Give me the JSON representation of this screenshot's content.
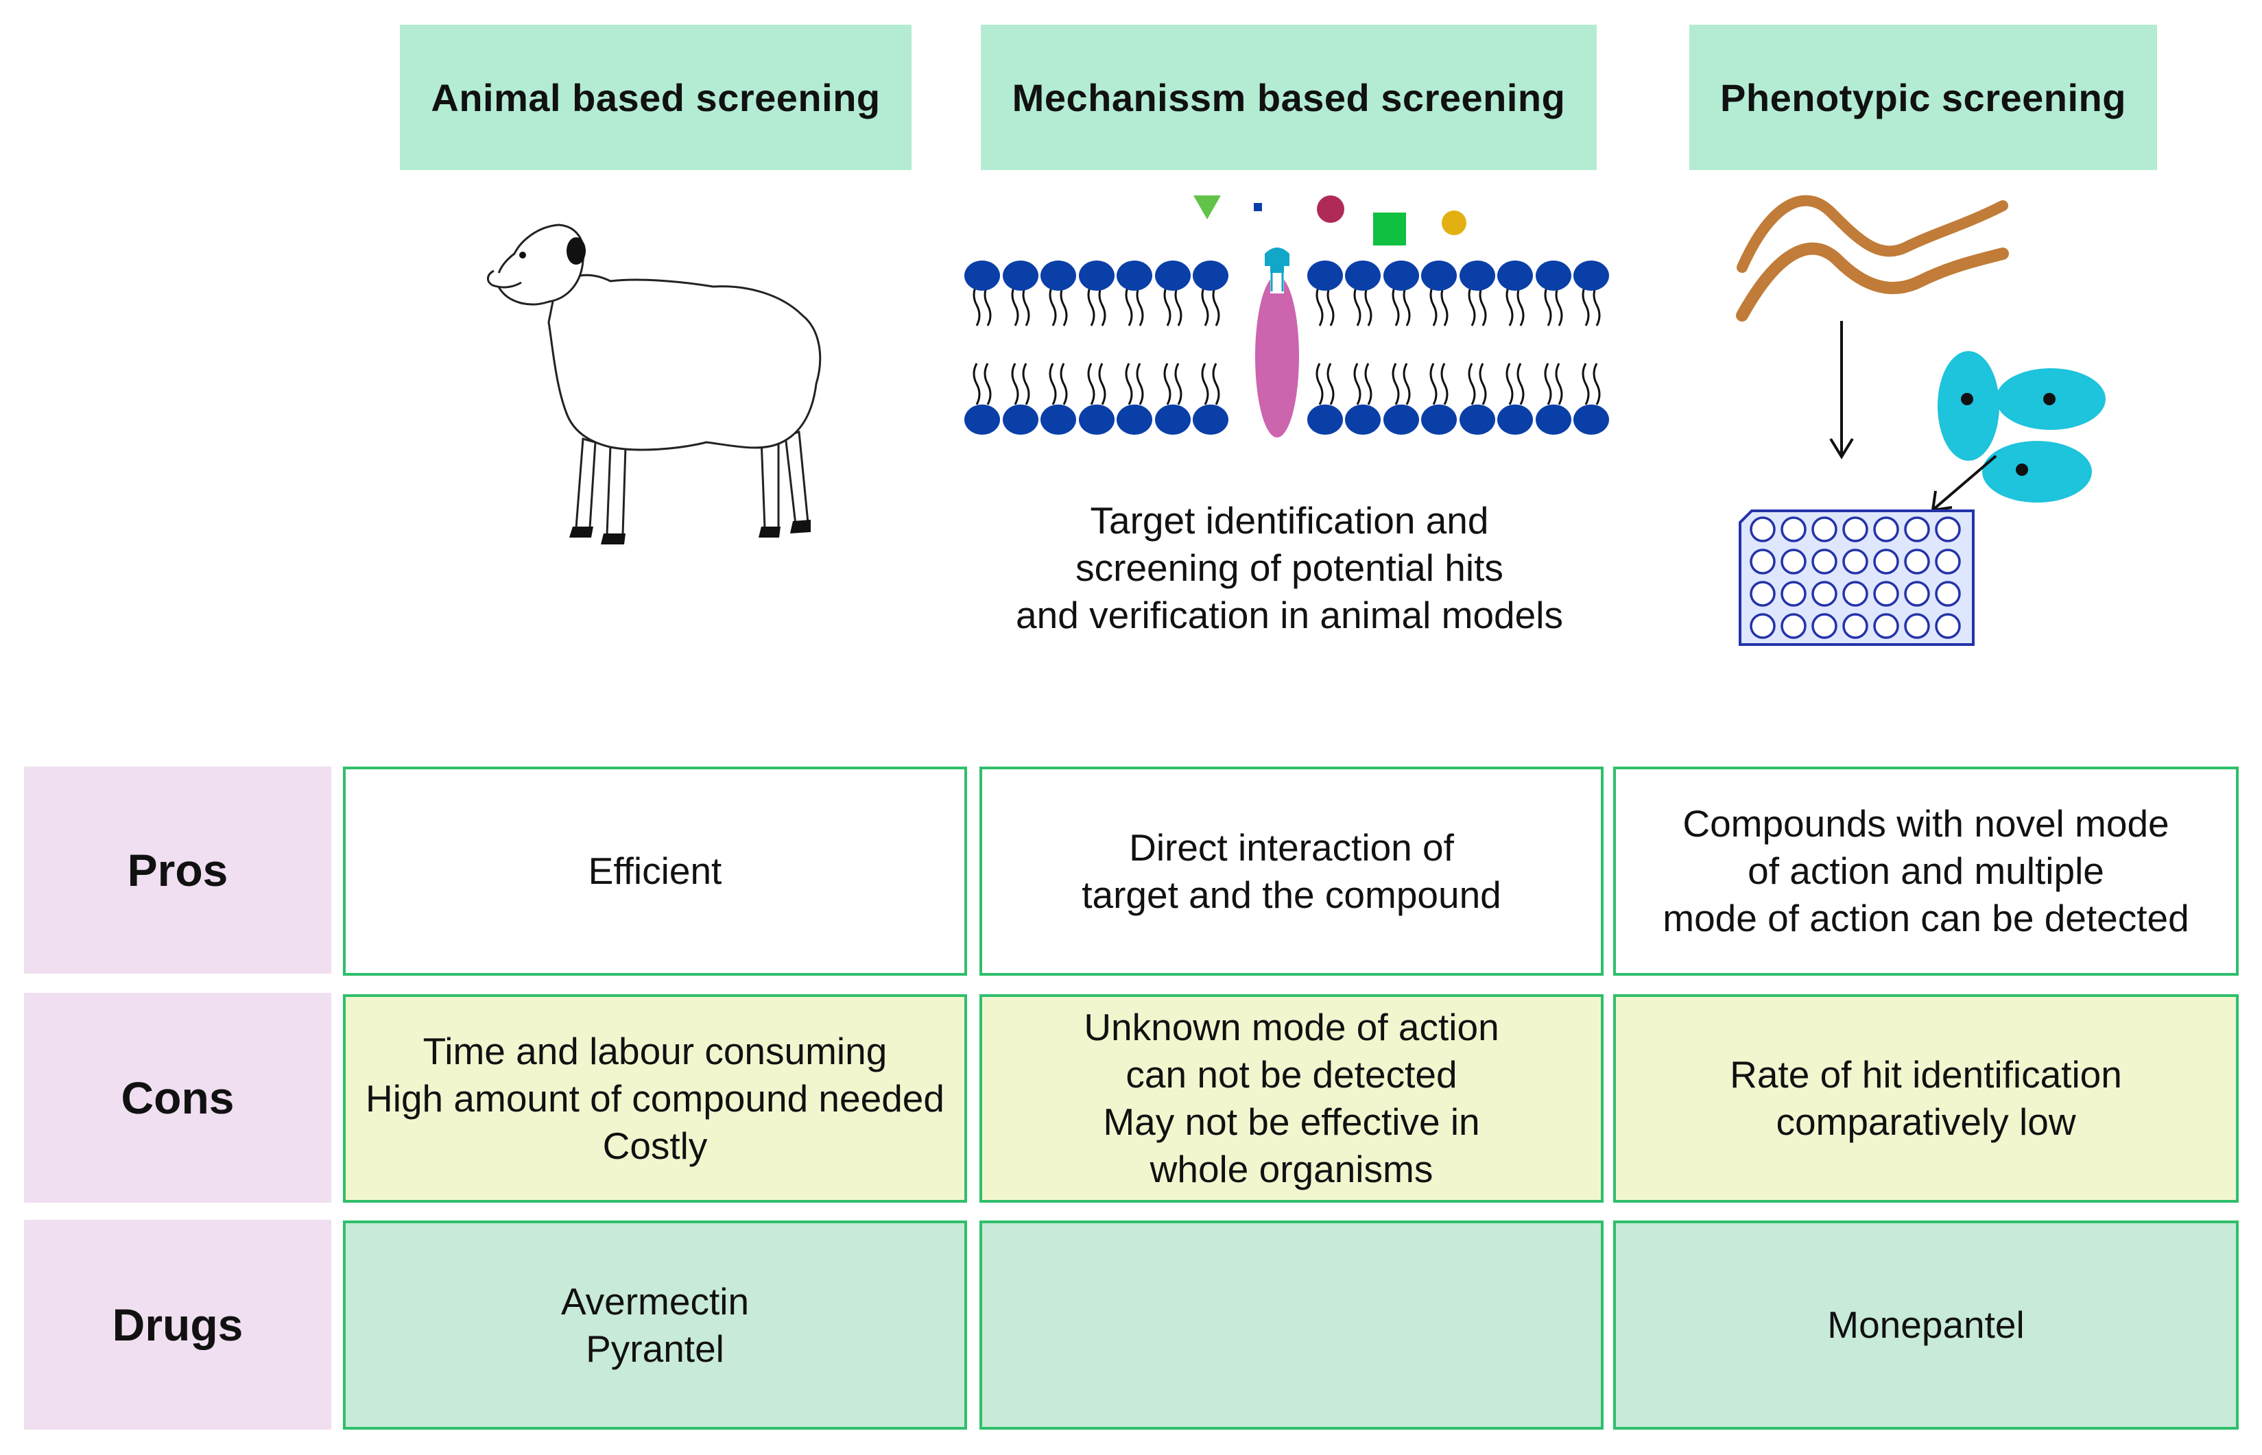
{
  "columns": [
    {
      "title": "Animal based screening"
    },
    {
      "title": "Mechanissm based screening"
    },
    {
      "title": "Phenotypic screening"
    }
  ],
  "mechanism_caption": "Target identification and\nscreening of potential hits\nand verification in animal models",
  "rows": [
    {
      "label": "Pros",
      "cells": [
        "Efficient",
        "Direct interaction of\ntarget and the compound",
        "Compounds with novel mode\nof action and multiple\nmode of action can be detected"
      ]
    },
    {
      "label": "Cons",
      "cells": [
        "Time and labour consuming\nHigh amount of compound needed\nCostly",
        "Unknown mode of action\ncan not be detected\nMay not be effective in\nwhole organisms",
        "Rate of hit identification\ncomparatively low"
      ]
    },
    {
      "label": "Drugs",
      "cells": [
        "Avermectin\nPyrantel",
        "",
        "Monepantel"
      ]
    }
  ],
  "colors": {
    "header_bg": "#b3ecd3",
    "row_label_bg": "#efdff0",
    "border": "#2fbf6c",
    "pros_bg": "#ffffff",
    "cons_bg": "#f2f6cf",
    "drugs_bg": "#c8ead8",
    "membrane_head": "#0a3fa8",
    "protein": "#cc64ae",
    "worm": "#c07c38",
    "cell": "#1ec3dc",
    "plate": "#2433a8"
  },
  "icons": [
    "sheep-icon",
    "cell-membrane-icon",
    "ligand-shapes-icon",
    "worm-icon",
    "cell-cluster-icon",
    "well-plate-icon",
    "arrow-down-icon",
    "arrow-diagonal-icon"
  ]
}
